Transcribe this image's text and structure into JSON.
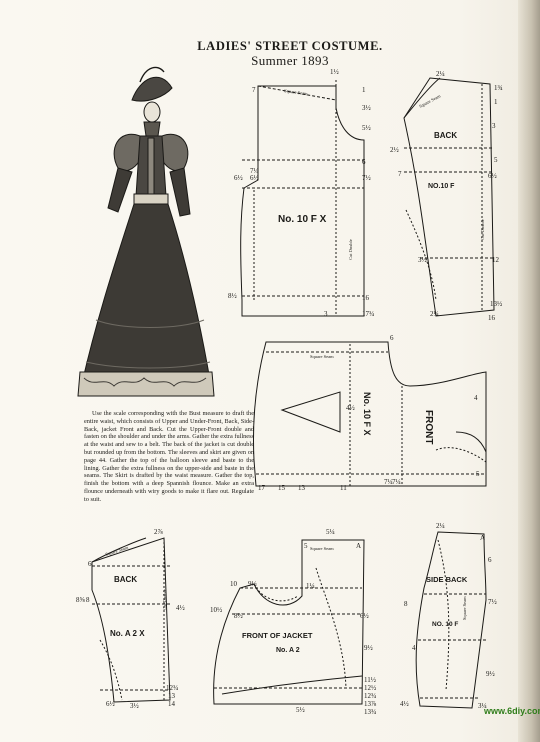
{
  "header": {
    "title": "LADIES' STREET COSTUME.",
    "subtitle": "Summer 1893"
  },
  "description": "Use the scale corresponding with the Bust measure to draft the entire waist, which consists of Upper and Under-Front, Back, Side-Back, jacket Front and Back. Cut the Upper-Front double and fasten on the shoulder and under the arms. Gather the extra fullness at the waist and sew to a belt. The back of the jacket is cut double but rounded up from the bottom. The sleeves and skirt are given on page 44. Gather the top of the balloon sleeve and baste to the lining. Gather the extra fullness on the upper-side and baste in the seams. The Skirt is drafted by the waist measure. Gather the top, finish the bottom with a deep Spannish flounce. Make an extra flounce underneath with wiry goods to make it flare out. Regulate to suit.",
  "patterns": {
    "front_fx": {
      "name": "No. 10 F X",
      "seam": "Square Seam",
      "fold": "Cut Double",
      "numbers": [
        "1½",
        "7",
        "1",
        "3½",
        "5½",
        "6",
        "7½",
        "6½",
        "6½",
        "7¼",
        "16",
        "17¾",
        "3",
        "8½"
      ]
    },
    "back_10f": {
      "title": "BACK",
      "name": "NO.10 F",
      "seam": "Square Seam",
      "fold": "Cut Double",
      "numbers": [
        "2¼",
        "1¾",
        "1",
        "2½",
        "3",
        "5",
        "6½",
        "7",
        "3½",
        "12",
        "2¼",
        "13½",
        "16"
      ]
    },
    "front_lower": {
      "title": "FRONT",
      "name": "No. 10 F X",
      "seam": "Square Seam",
      "numbers": [
        "6",
        "4½",
        "7¼",
        "17",
        "15",
        "13",
        "11",
        "7¼",
        "5",
        "4"
      ]
    },
    "back_a2x": {
      "title": "BACK",
      "name": "No. A 2 X",
      "seam": "Square Seam",
      "fold": "Cut Double",
      "numbers": [
        "2⅞",
        "6",
        "8",
        "8⅝",
        "12¾",
        "13",
        "14",
        "6½",
        "3½",
        "4½"
      ]
    },
    "jacket_front": {
      "title": "FRONT OF JACKET",
      "name": "No. A 2",
      "seam": "Square Seam",
      "numbers": [
        "5¼",
        "5",
        "A",
        "10",
        "9½",
        "1¼",
        "10½",
        "8½",
        "6½",
        "9½",
        "11½",
        "12½",
        "12¾",
        "13⅞",
        "13¾",
        "5½"
      ]
    },
    "side_back": {
      "title": "SIDE BACK",
      "name": "NO. 10 F",
      "seam": "Square Seam",
      "numbers": [
        "2¼",
        "A",
        "6",
        "7½",
        "8",
        "9½",
        "4",
        "4½",
        "3¼"
      ]
    }
  },
  "watermark": "www.6diy.com"
}
